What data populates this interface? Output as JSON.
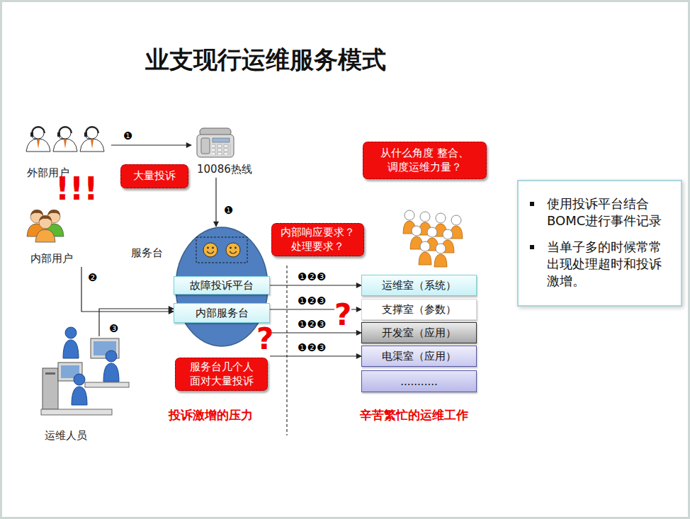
{
  "diagram": {
    "title": "业支现行运维服务模式",
    "nodes": [
      {
        "text": [
          "外部用户"
        ]
      },
      {
        "text": [
          "10086热线"
        ]
      },
      {
        "text": [
          "大量投诉"
        ]
      },
      {
        "text": [
          "从什么角度 整合、调度运维力量？"
        ]
      },
      {
        "text": [
          "内部用户"
        ]
      },
      {
        "text": [
          "服务台"
        ]
      },
      {
        "text": [
          "故障投诉平台"
        ],
        "in": 5
      },
      {
        "text": [
          "内部服务台"
        ],
        "in": 5
      },
      {
        "text": [
          "内部响应要求？ 处理要求？"
        ]
      },
      {
        "text": [
          "运维室（系统）"
        ]
      },
      {
        "text": [
          "支撑室（参数）"
        ]
      },
      {
        "text": [
          "开发室（应用）"
        ]
      },
      {
        "text": [
          "电渠室（应用）"
        ]
      },
      {
        "text": [
          "..........."
        ]
      },
      {
        "text": [
          "服务台几个人 面对大量投诉"
        ]
      },
      {
        "text": [
          "运维人员"
        ]
      },
      {
        "text": [
          "使用投诉平台结合BOMC进行事件记录",
          "当单子多的时候常常出现处理超时和投诉激增。"
        ]
      }
    ],
    "edges": [
      {
        "from": 0,
        "to": 1,
        "arrow": "to",
        "label": "❶"
      },
      {
        "from": 1,
        "to": 5,
        "arrow": "to",
        "label": "❶"
      },
      {
        "from": 4,
        "to": 7,
        "arrow": "to",
        "label": "❷"
      },
      {
        "from": 15,
        "to": 7,
        "arrow": "to",
        "label": "❸"
      },
      {
        "from": 5,
        "to": 9,
        "arrow": "to",
        "label": "❶❷❸"
      },
      {
        "from": 5,
        "to": 10,
        "arrow": "to",
        "label": "❶❷❸"
      },
      {
        "from": 5,
        "to": 11,
        "arrow": "to",
        "label": "❶❷❸"
      },
      {
        "from": 5,
        "to": 12,
        "arrow": "to",
        "label": "❶❷❸"
      }
    ],
    "labels": [
      "!!!",
      "?",
      "?",
      "投诉激增的压力",
      "辛苦繁忙的运维工作"
    ]
  }
}
